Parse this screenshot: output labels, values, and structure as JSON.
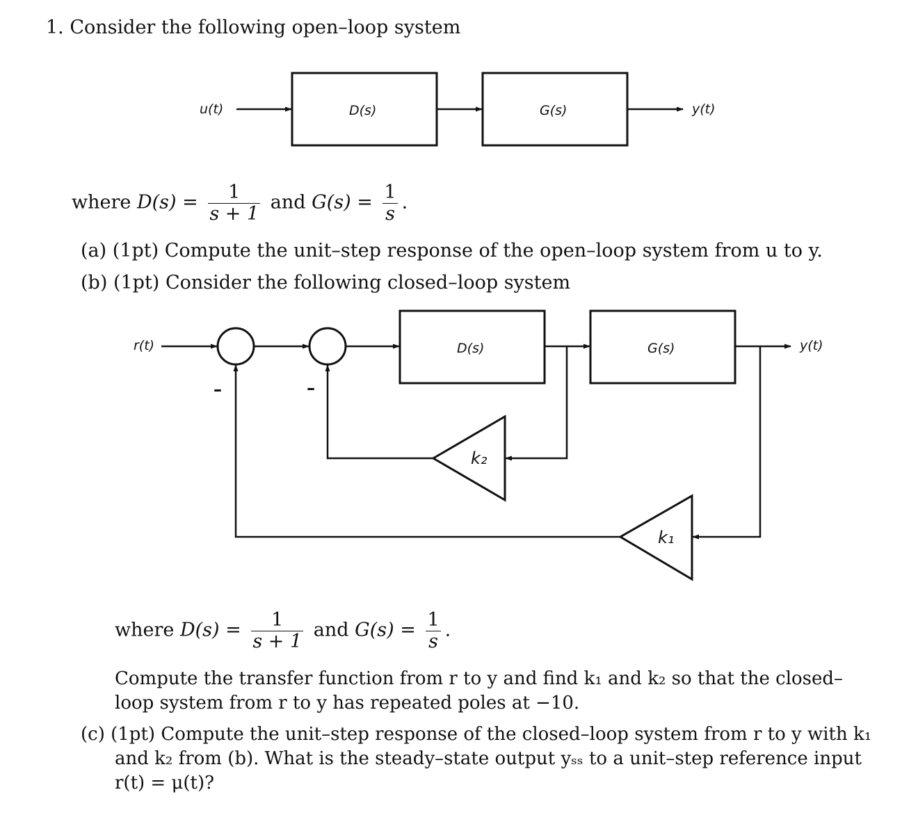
{
  "problem": {
    "number": "1.",
    "intro": "Consider the following open–loop system"
  },
  "open_loop_diagram": {
    "input": "u(t)",
    "block1": "D(s)",
    "block2": "G(s)",
    "output": "y(t)"
  },
  "definitions": {
    "where": "where",
    "D_lhs": "D(s) =",
    "D_num": "1",
    "D_den": "s + 1",
    "and": "and",
    "G_lhs": "G(s) =",
    "G_num": "1",
    "G_den": "s",
    "period": "."
  },
  "part_a": {
    "label": "(a)",
    "points": "(1pt)",
    "text": "Compute the unit–step response of the open–loop system from u to y."
  },
  "part_b": {
    "label": "(b)",
    "points": "(1pt)",
    "text": "Consider the following closed–loop system",
    "text2_line1": "Compute the transfer function from r to y and find k₁ and k₂ so that the closed–",
    "text2_line2": "loop system from r to y has repeated poles at −10."
  },
  "closed_loop_diagram": {
    "input": "r(t)",
    "minus1": "–",
    "minus2": "–",
    "block1": "D(s)",
    "block2": "G(s)",
    "output": "y(t)",
    "gain_inner": "k₂",
    "gain_outer": "k₁"
  },
  "part_c": {
    "label": "(c)",
    "points": "(1pt)",
    "line1": "Compute the unit–step response of the closed–loop system from r to y with k₁",
    "line2": "and k₂ from (b). What is the steady–state output yₛₛ to a unit–step reference input",
    "line3": "r(t) = μ(t)?"
  }
}
